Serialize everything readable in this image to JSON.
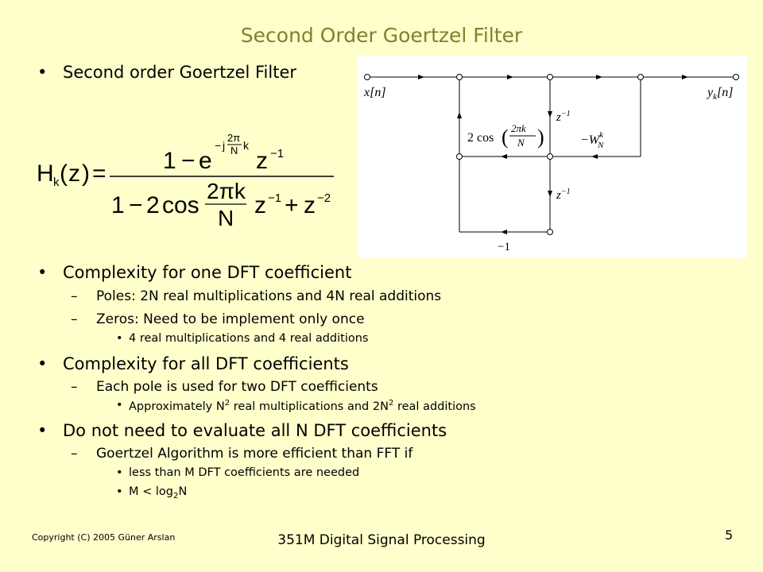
{
  "title": "Second Order Goertzel Filter",
  "bullets": {
    "first": "Second order Goertzel Filter",
    "complexity_one": "Complexity for one DFT coefficient",
    "poles": "Poles: 2N real multiplications and 4N real additions",
    "zeros": "Zeros: Need to be implement only once",
    "zeros_detail": "4 real multiplications and 4 real additions",
    "complexity_all": "Complexity for all DFT coefficients",
    "pole_shared": "Each pole is used for two DFT coefficients",
    "approx_pre": "Approximately N",
    "approx_mid": " real multiplications and 2N",
    "approx_post": " real additions",
    "sup2": "2",
    "no_need": "Do not need to evaluate all N DFT coefficients",
    "more_efficient": "Goertzel Algorithm is more efficient than FFT if",
    "less_than": "less than M DFT coefficients are needed",
    "m_less_pre": "M < log",
    "m_sub": "2",
    "m_less_post": "N"
  },
  "formula": {
    "H": "H",
    "k": "k",
    "z": "z",
    "eq": "=",
    "num_one": "1",
    "minus": "−",
    "e": "e",
    "exp_minus": "−",
    "exp_j": "j",
    "exp_2pi": "2π",
    "exp_N": "N",
    "exp_k": "k",
    "z_inv": "z",
    "neg1": "−1",
    "den_one": "1",
    "den_minus": "−",
    "den_two": "2",
    "cos": "cos",
    "den_2pik": "2πk",
    "den_N": "N",
    "den_z1": "z",
    "plus": "+",
    "den_z2": "z",
    "neg2": "−2"
  },
  "diagram": {
    "x_label": "x[n]",
    "y_label": "y",
    "y_sub": "k",
    "y_arg": "[n]",
    "z1_top": "z",
    "z1_bot": "z",
    "z_exp": "−1",
    "cos_two": "2",
    "cos_word": "cos",
    "cos_num": "2πk",
    "cos_den": "N",
    "w_minus": "−W",
    "w_sup": "k",
    "w_sub": "N",
    "minus_one": "−1"
  },
  "footer": {
    "copyright": "Copyright (C) 2005 Güner Arslan",
    "course": "351M Digital Signal Processing",
    "page": "5"
  }
}
